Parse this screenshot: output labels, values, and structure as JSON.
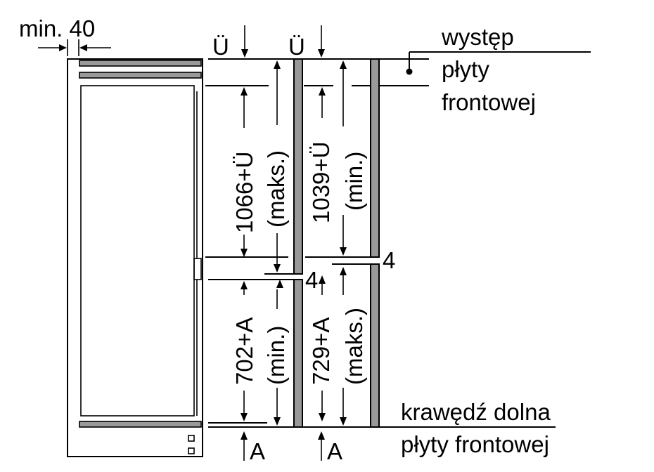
{
  "labels": {
    "min_gap": "min. 40",
    "u_top_1": "Ü",
    "u_top_2": "Ü",
    "overhang_1": "występ",
    "overhang_2": "płyty",
    "overhang_3": "frontowej",
    "upper_left_value": "1066+Ü",
    "upper_left_note": "(maks.)",
    "upper_right_value": "1039+Ü",
    "upper_right_note": "(min.)",
    "gap_left": "4",
    "gap_right": "4",
    "lower_left_value": "702+A",
    "lower_left_note": "(min.)",
    "lower_right_value": "729+A",
    "lower_right_note": "(maks.)",
    "a_bottom_1": "A",
    "a_bottom_2": "A",
    "bottom_edge_1": "krawędź dolna",
    "bottom_edge_2": "płyty frontowej"
  },
  "colors": {
    "line": "#000000",
    "panel_fill": "#999999",
    "background": "#ffffff"
  }
}
